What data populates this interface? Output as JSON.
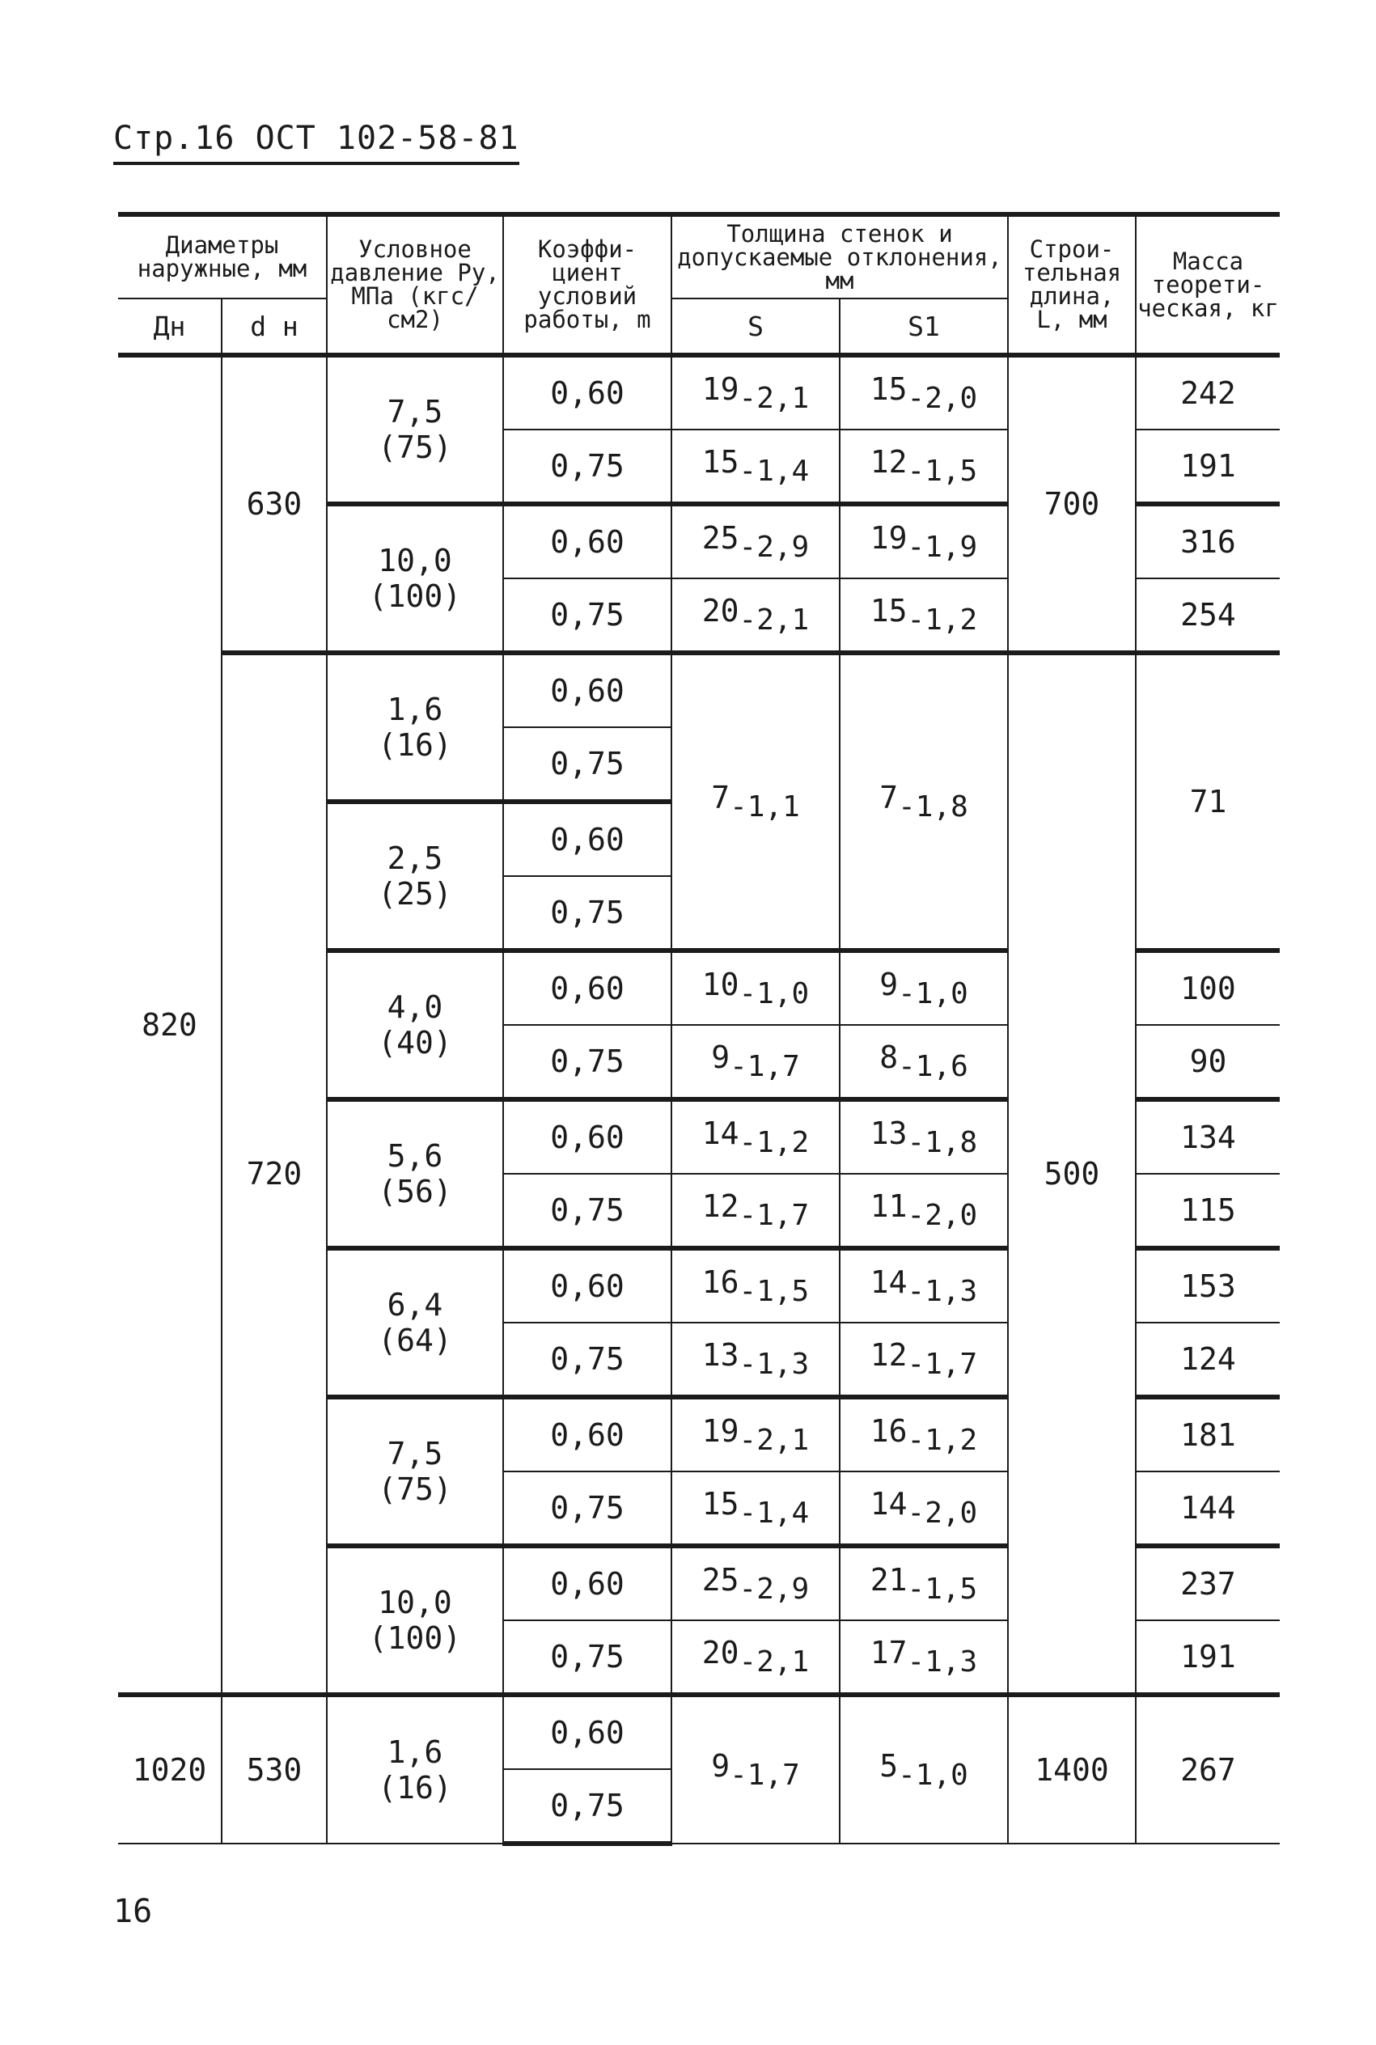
{
  "header": "Стр.16 ОСТ 102-58-81",
  "page_number": "16",
  "columns": {
    "diameters": "Диаметры наружные, мм",
    "Dn": "Дн",
    "dn": "d н",
    "pressure": "Условное давление Ру, МПа (кгс/см2)",
    "coef": "Коэффи-циент условий работы, m",
    "thickness": "Толщина стенок и допускаемые отклонения, мм",
    "S": "S",
    "S1": "S1",
    "length": "Строи-тельная длина, L, мм",
    "mass": "Масса теорети-ческая, кг"
  },
  "rows": [
    {
      "Dn": "820",
      "dn": "630",
      "p": "7,5",
      "pk": "(75)",
      "L": "700",
      "m": [
        "0,60",
        "0,75"
      ],
      "s": [
        [
          "19",
          "-2,1"
        ],
        [
          "15",
          "-1,4"
        ]
      ],
      "s1": [
        [
          "15",
          "-2,0"
        ],
        [
          "12",
          "-1,5"
        ]
      ],
      "mass": [
        "242",
        "191"
      ]
    },
    {
      "p": "10,0",
      "pk": "(100)",
      "m": [
        "0,60",
        "0,75"
      ],
      "s": [
        [
          "25",
          "-2,9"
        ],
        [
          "20",
          "-2,1"
        ]
      ],
      "s1": [
        [
          "19",
          "-1,9"
        ],
        [
          "15",
          "-1,2"
        ]
      ],
      "mass": [
        "316",
        "254"
      ]
    },
    {
      "dn": "720",
      "p": "1,6",
      "pk": "(16)",
      "L": "500",
      "m": [
        "0,60",
        "0,75"
      ],
      "s": [
        [
          "7",
          "-1,1"
        ]
      ],
      "s1": [
        [
          "7",
          "-1,8"
        ]
      ],
      "mass": [
        "71"
      ]
    },
    {
      "p": "2,5",
      "pk": "(25)",
      "m": [
        "0,60",
        "0,75"
      ]
    },
    {
      "p": "4,0",
      "pk": "(40)",
      "m": [
        "0,60",
        "0,75"
      ],
      "s": [
        [
          "10",
          "-1,0"
        ],
        [
          "9",
          "-1,7"
        ]
      ],
      "s1": [
        [
          "9",
          "-1,0"
        ],
        [
          "8",
          "-1,6"
        ]
      ],
      "mass": [
        "100",
        "90"
      ]
    },
    {
      "p": "5,6",
      "pk": "(56)",
      "m": [
        "0,60",
        "0,75"
      ],
      "s": [
        [
          "14",
          "-1,2"
        ],
        [
          "12",
          "-1,7"
        ]
      ],
      "s1": [
        [
          "13",
          "-1,8"
        ],
        [
          "11",
          "-2,0"
        ]
      ],
      "mass": [
        "134",
        "115"
      ]
    },
    {
      "p": "6,4",
      "pk": "(64)",
      "m": [
        "0,60",
        "0,75"
      ],
      "s": [
        [
          "16",
          "-1,5"
        ],
        [
          "13",
          "-1,3"
        ]
      ],
      "s1": [
        [
          "14",
          "-1,3"
        ],
        [
          "12",
          "-1,7"
        ]
      ],
      "mass": [
        "153",
        "124"
      ]
    },
    {
      "p": "7,5",
      "pk": "(75)",
      "m": [
        "0,60",
        "0,75"
      ],
      "s": [
        [
          "19",
          "-2,1"
        ],
        [
          "15",
          "-1,4"
        ]
      ],
      "s1": [
        [
          "16",
          "-1,2"
        ],
        [
          "14",
          "-2,0"
        ]
      ],
      "mass": [
        "181",
        "144"
      ]
    },
    {
      "p": "10,0",
      "pk": "(100)",
      "m": [
        "0,60",
        "0,75"
      ],
      "s": [
        [
          "25",
          "-2,9"
        ],
        [
          "20",
          "-2,1"
        ]
      ],
      "s1": [
        [
          "21",
          "-1,5"
        ],
        [
          "17",
          "-1,3"
        ]
      ],
      "mass": [
        "237",
        "191"
      ]
    },
    {
      "Dn": "1020",
      "dn": "530",
      "p": "1,6",
      "pk": "(16)",
      "L": "1400",
      "m": [
        "0,60",
        "0,75"
      ],
      "s": [
        [
          "9",
          "-1,7"
        ]
      ],
      "s1": [
        [
          "5",
          "-1,0"
        ]
      ],
      "mass": [
        "267"
      ]
    }
  ]
}
